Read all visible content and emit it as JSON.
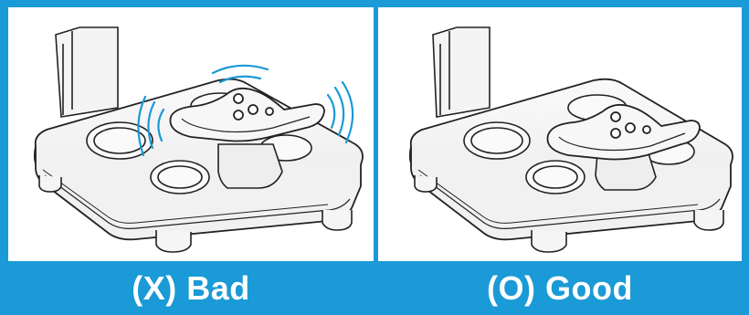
{
  "colors": {
    "frame": "#1a9ad6",
    "panel_bg": "#ffffff",
    "line": "#222222",
    "caption_text": "#ffffff"
  },
  "panels": [
    {
      "id": "bad",
      "caption": "(X) Bad",
      "handle_state": "wobbling",
      "illustration": "scale-with-hand-grip"
    },
    {
      "id": "good",
      "caption": "(O) Good",
      "handle_state": "seated",
      "illustration": "scale-with-hand-grip"
    }
  ]
}
